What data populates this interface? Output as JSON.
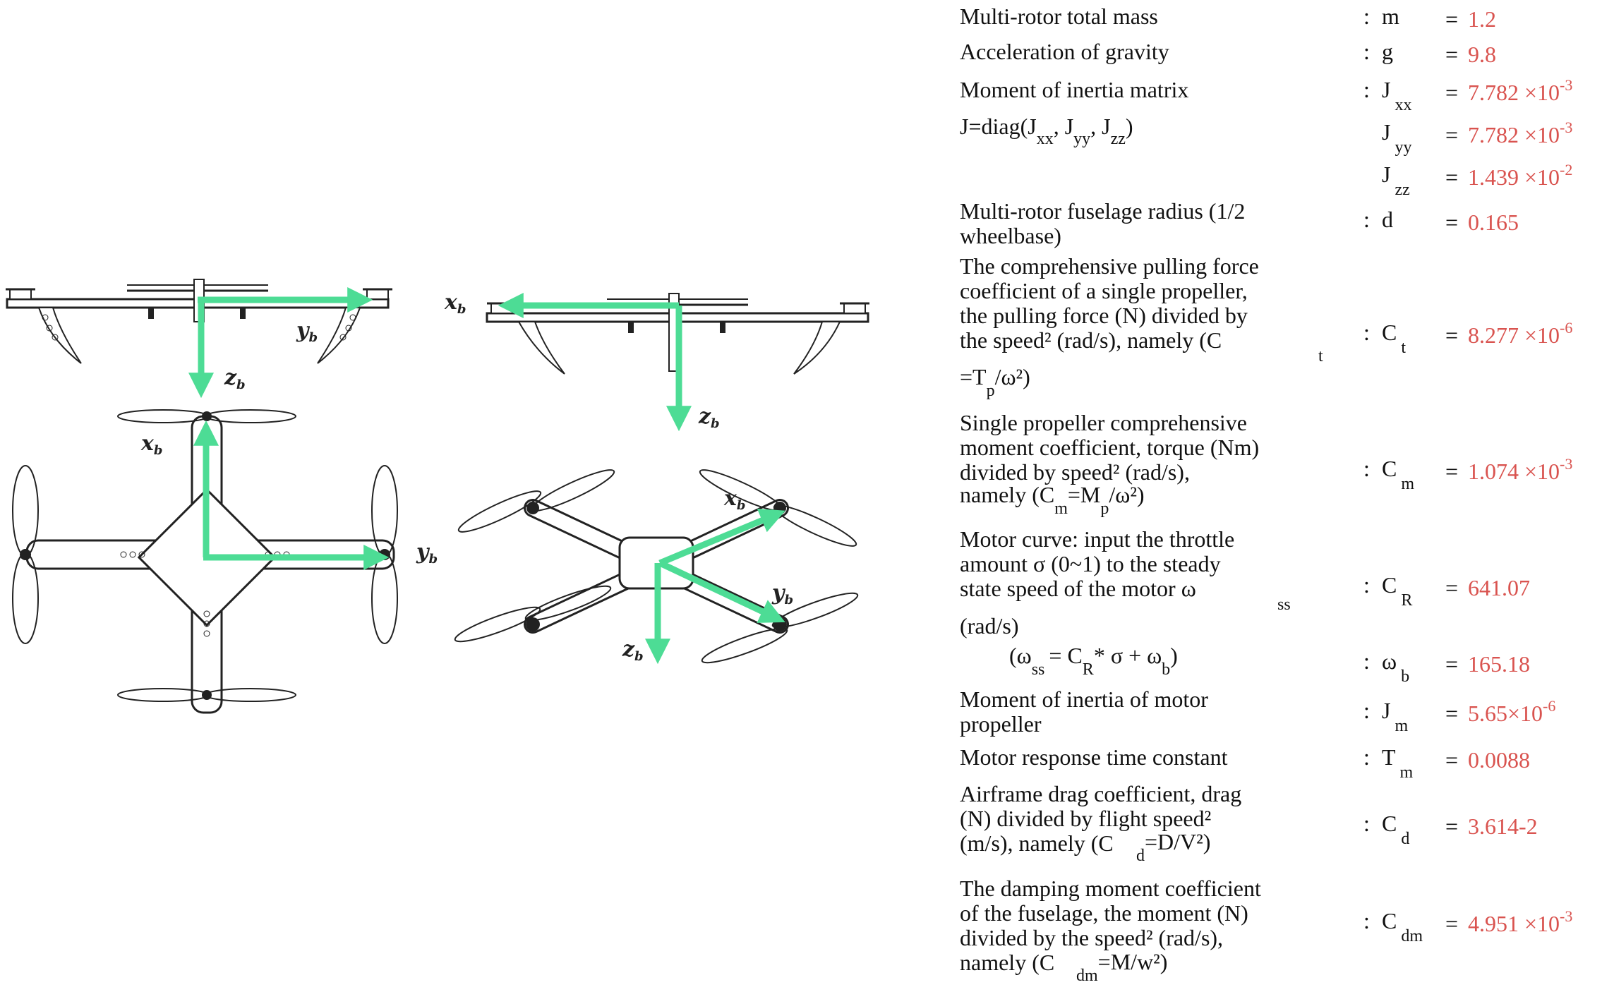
{
  "colors": {
    "arrow": "#4ddc95",
    "value": "#d9534f",
    "frame": "#222222"
  },
  "axes": {
    "xb": {
      "base": "x",
      "sub": "b"
    },
    "yb": {
      "base": "y",
      "sub": "b"
    },
    "zb": {
      "base": "z",
      "sub": "b"
    }
  },
  "params": [
    {
      "lines": [
        "Multi-rotor total mass"
      ],
      "sym": "m",
      "sym_sub": "",
      "value": "1.2",
      "exp": ""
    },
    {
      "lines": [
        "Acceleration of gravity"
      ],
      "sym": "g",
      "sym_sub": "",
      "value": "9.8",
      "exp": ""
    },
    {
      "lines": [
        "Moment of inertia matrix"
      ],
      "sym": "J",
      "sym_sub": "xx",
      "value": "7.782 ×10",
      "exp": "-3"
    },
    {
      "lines": [],
      "sym": "J",
      "sym_sub": "yy",
      "value": "7.782 ×10",
      "exp": "-3"
    },
    {
      "lines": [],
      "sym": "J",
      "sym_sub": "zz",
      "value": "1.439 ×10",
      "exp": "-2"
    },
    {
      "lines": [
        "Multi-rotor fuselage radius (1/2",
        "wheelbase)"
      ],
      "sym": "d",
      "sym_sub": "",
      "value": "0.165",
      "exp": ""
    },
    {
      "lines": [
        "The comprehensive pulling force",
        "coefficient of a single propeller,",
        "the pulling force (N) divided by",
        "the speed² (rad/s), namely (C"
      ],
      "sym": "C",
      "sym_sub": "t",
      "value": "8.277 ×10",
      "exp": "-6"
    },
    {
      "lines": [
        "Single propeller comprehensive",
        "moment coefficient, torque (Nm)",
        "divided by speed² (rad/s),"
      ],
      "sym": "C",
      "sym_sub": "m",
      "value": "1.074 ×10",
      "exp": "-3"
    },
    {
      "lines": [
        "Motor curve: input the throttle",
        "amount σ (0~1) to the steady",
        "state speed of the motor ω"
      ],
      "sym": "C",
      "sym_sub": "R",
      "value": "641.07",
      "exp": ""
    },
    {
      "lines": [],
      "sym": "ω",
      "sym_sub": "b",
      "value": "165.18",
      "exp": ""
    },
    {
      "lines": [
        "Moment of inertia of motor",
        "propeller"
      ],
      "sym": "J",
      "sym_sub": "m",
      "value": "5.65×10",
      "exp": "-6"
    },
    {
      "lines": [
        "Motor response time constant"
      ],
      "sym": "T",
      "sym_sub": "m",
      "value": "0.0088",
      "exp": ""
    },
    {
      "lines": [
        "Airframe drag coefficient, drag",
        "(N) divided by flight speed²",
        "(m/s), namely (C"
      ],
      "sym": "C",
      "sym_sub": "d",
      "value": "3.614-2",
      "exp": ""
    },
    {
      "lines": [
        "The damping moment coefficient",
        "of the fuselage, the moment (N)",
        "divided by the speed² (rad/s),",
        "namely (C"
      ],
      "sym": "C",
      "sym_sub": "dm",
      "value": "4.951 ×10",
      "exp": "-3"
    }
  ],
  "extras": {
    "jdiag": {
      "t1": "J=diag(J",
      "s1": "xx",
      "t2": ", J",
      "s2": "yy",
      "t3": ", J",
      "s3": "zz",
      "t4": ")"
    },
    "ct_tail": {
      "t1": "=T",
      "s1": "p",
      "t2": "/ω²)"
    },
    "ct_sub": "t",
    "cm_line": {
      "t1": "namely (C",
      "s1": "m",
      "t2": "=M",
      "s2": "p",
      "t3": "/ω²)"
    },
    "cr_unit": "(rad/s)",
    "ss_sub": "ss",
    "omega_formula": {
      "t1": "(ω",
      "s1": "ss",
      "t2": "= C",
      "s2": "R",
      "t3": "* σ + ω",
      "s3": "b",
      "t4": ")"
    },
    "cd_tail": {
      "s1": "d",
      "t1": "=D/V²)"
    },
    "cdm_tail": {
      "s1": "dm",
      "t1": "=M/w²)"
    },
    "colon": ":",
    "equals": "="
  }
}
